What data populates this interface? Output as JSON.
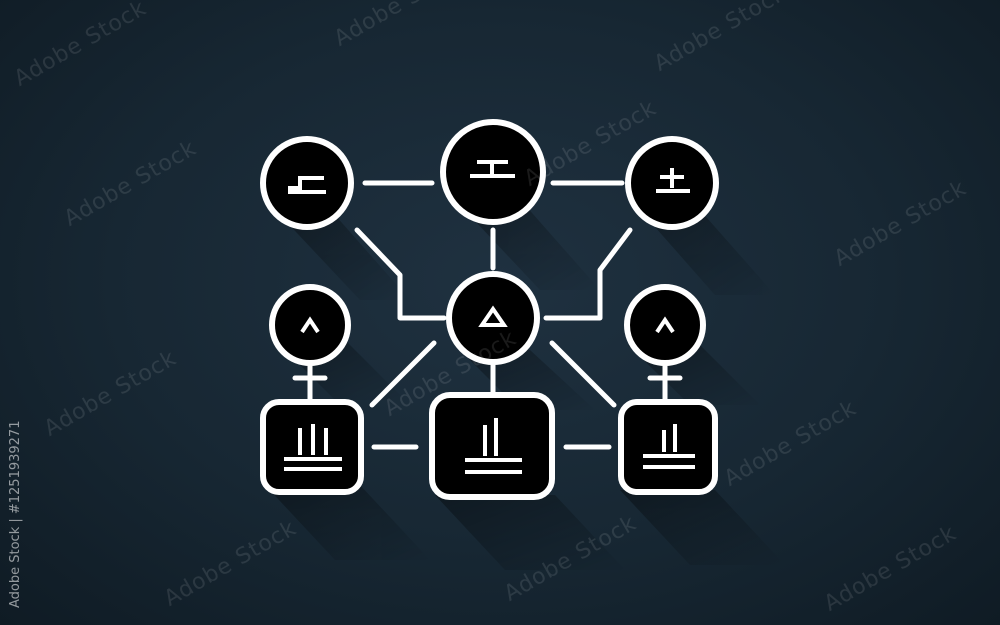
{
  "background": {
    "color_center": "#1f3140",
    "color_edge": "#0f1b24"
  },
  "diagram": {
    "stroke_color": "#ffffff",
    "node_fill": "#000000",
    "nodes": [
      {
        "id": "top-left",
        "shape": "circle",
        "glyph": "step-icon"
      },
      {
        "id": "top-center",
        "shape": "circle",
        "glyph": "stack-icon"
      },
      {
        "id": "top-right",
        "shape": "circle",
        "glyph": "plus-minus-icon"
      },
      {
        "id": "mid-left",
        "shape": "circle",
        "glyph": "caret-up-icon"
      },
      {
        "id": "mid-center",
        "shape": "circle",
        "glyph": "triangle-icon"
      },
      {
        "id": "mid-right",
        "shape": "circle",
        "glyph": "caret-up-icon"
      },
      {
        "id": "bottom-left",
        "shape": "rounded-square",
        "glyph": "bar-chart-icon"
      },
      {
        "id": "bottom-center",
        "shape": "rounded-square",
        "glyph": "bar-chart-icon"
      },
      {
        "id": "bottom-right",
        "shape": "rounded-square",
        "glyph": "bar-chart-icon"
      }
    ]
  },
  "watermark": {
    "text": "Adobe Stock",
    "side_id": "Adobe Stock | #1251939271"
  }
}
